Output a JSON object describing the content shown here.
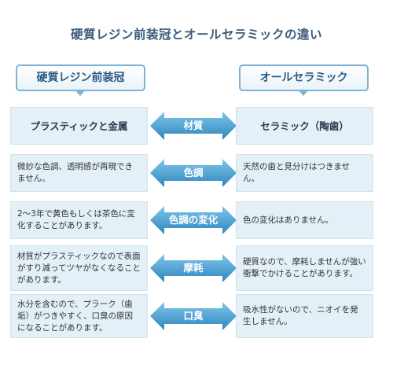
{
  "title": "硬質レジン前装冠とオールセラミックの違い",
  "headers": {
    "left": "硬質レジン前装冠",
    "right": "オールセラミック"
  },
  "rows": [
    {
      "label": "材質",
      "left": "プラスティックと金属",
      "right": "セラミック（陶歯）"
    },
    {
      "label": "色調",
      "left": "微妙な色調、透明感が再現できません。",
      "right": "天然の歯と見分けはつきません。"
    },
    {
      "label": "色調の変化",
      "left": "2～3年で黄色もしくは茶色に変化することがあります。",
      "right": "色の変化はありません。"
    },
    {
      "label": "摩耗",
      "left": "材質がプラスティックなので表面がすり減ってツヤがなくなることがあります。",
      "right": "硬質なので、摩耗しませんが強い衝撃でかけることがあります。"
    },
    {
      "label": "口臭",
      "left": "水分を含むので、プラーク（歯垢）がつきやすく、口臭の原因になることがあります。",
      "right": "吸水性がないので、ニオイを発生しません。"
    }
  ]
}
